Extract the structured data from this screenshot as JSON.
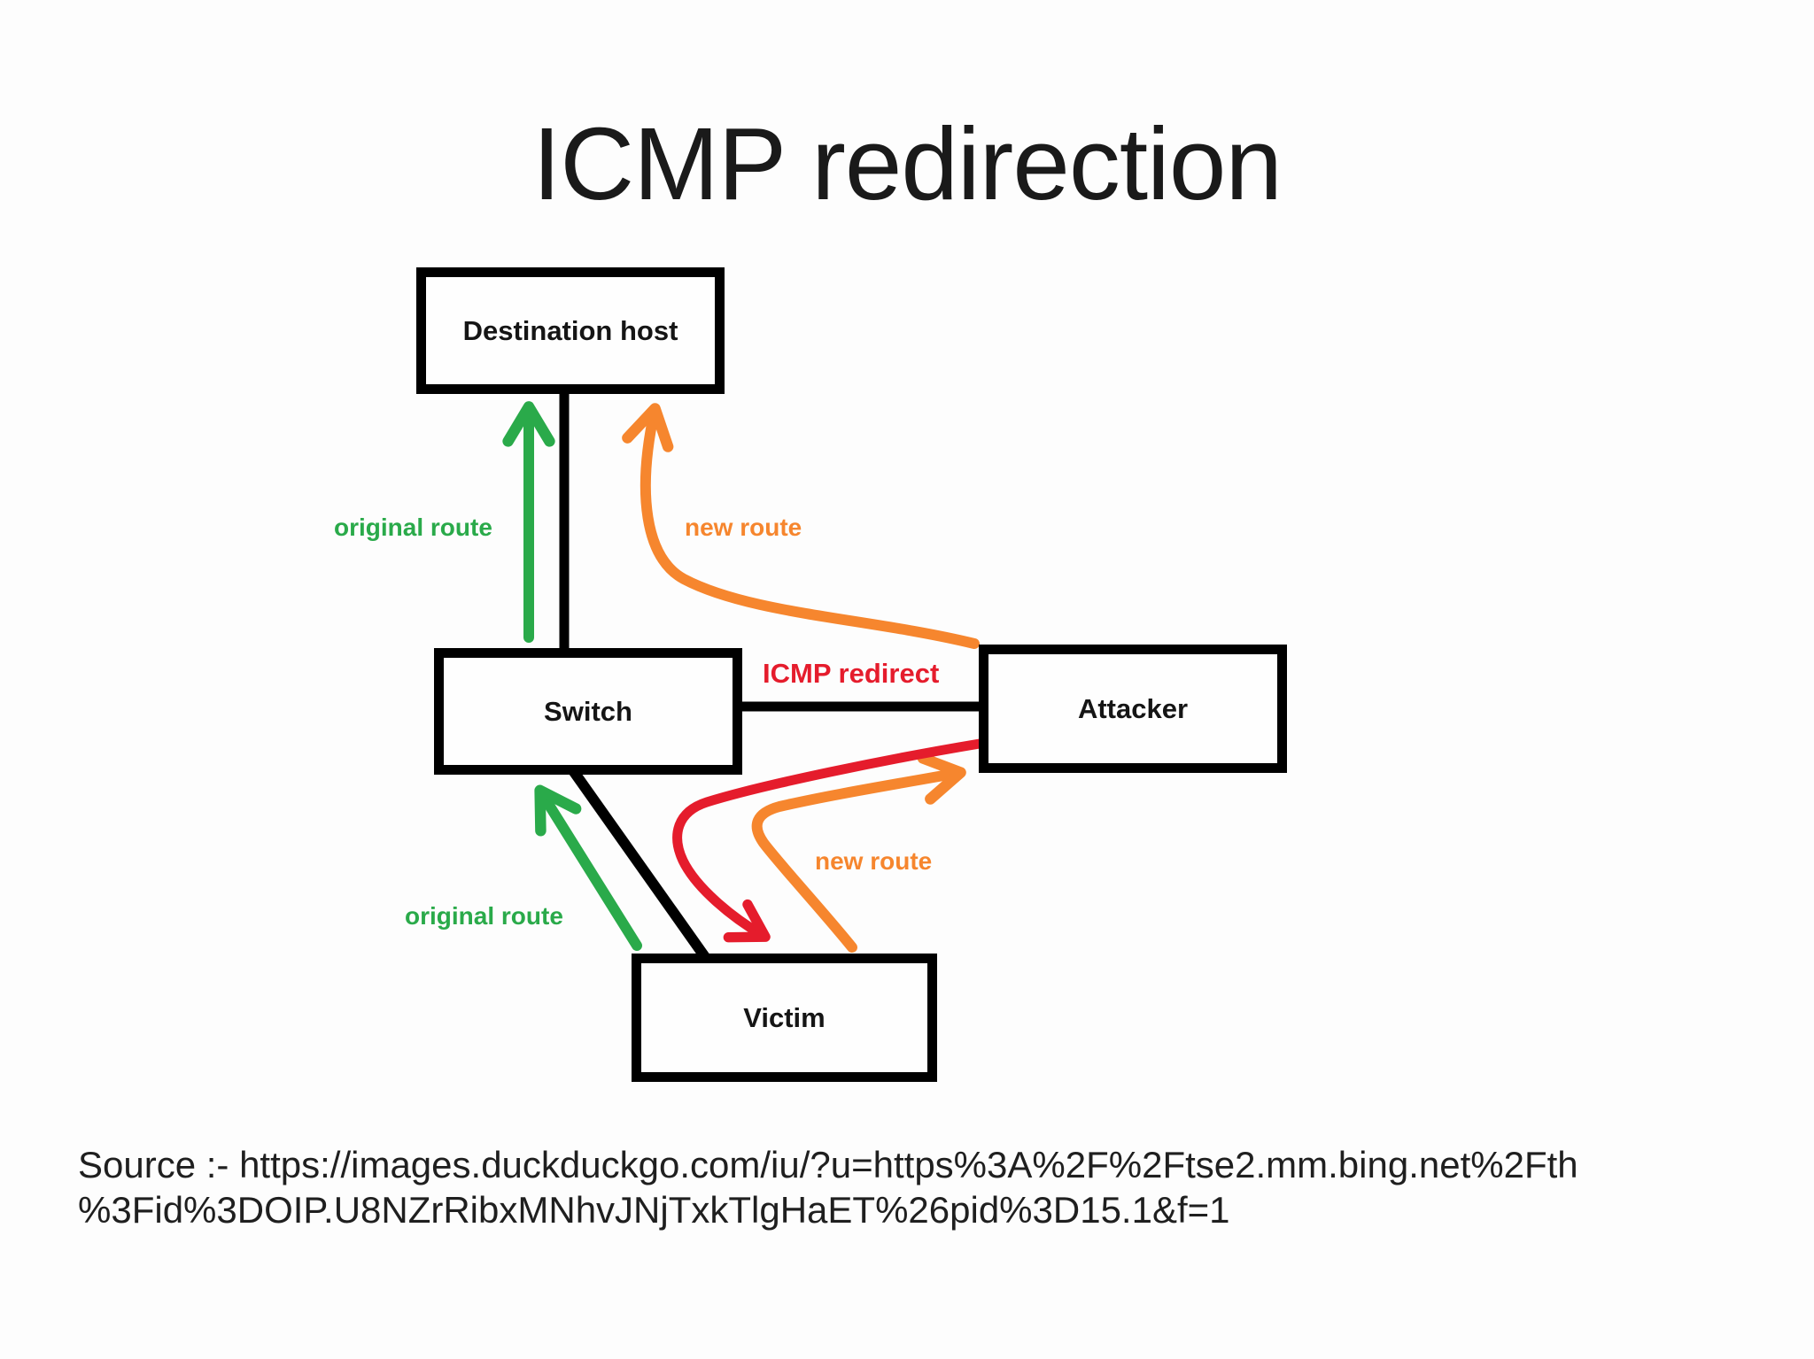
{
  "title": "ICMP redirection",
  "nodes": {
    "destination_host": "Destination host",
    "switch": "Switch",
    "attacker": "Attacker",
    "victim": "Victim"
  },
  "labels": {
    "original_route_top": "original route",
    "new_route_top": "new route",
    "icmp_redirect": "ICMP redirect",
    "new_route_bottom": "new route",
    "original_route_bottom": "original route"
  },
  "source": {
    "line1": "Source :- https://images.duckduckgo.com/iu/?u=https%3A%2F%2Ftse2.mm.bing.net%2Fth",
    "line2": "%3Fid%3DOIP.U8NZrRibxMNhvJNjTxkTlgHaET%26pid%3D15.1&f=1"
  },
  "colors": {
    "green": "#2aaa4a",
    "orange": "#f6862e",
    "red": "#e51c2c",
    "ink": "#151515"
  }
}
